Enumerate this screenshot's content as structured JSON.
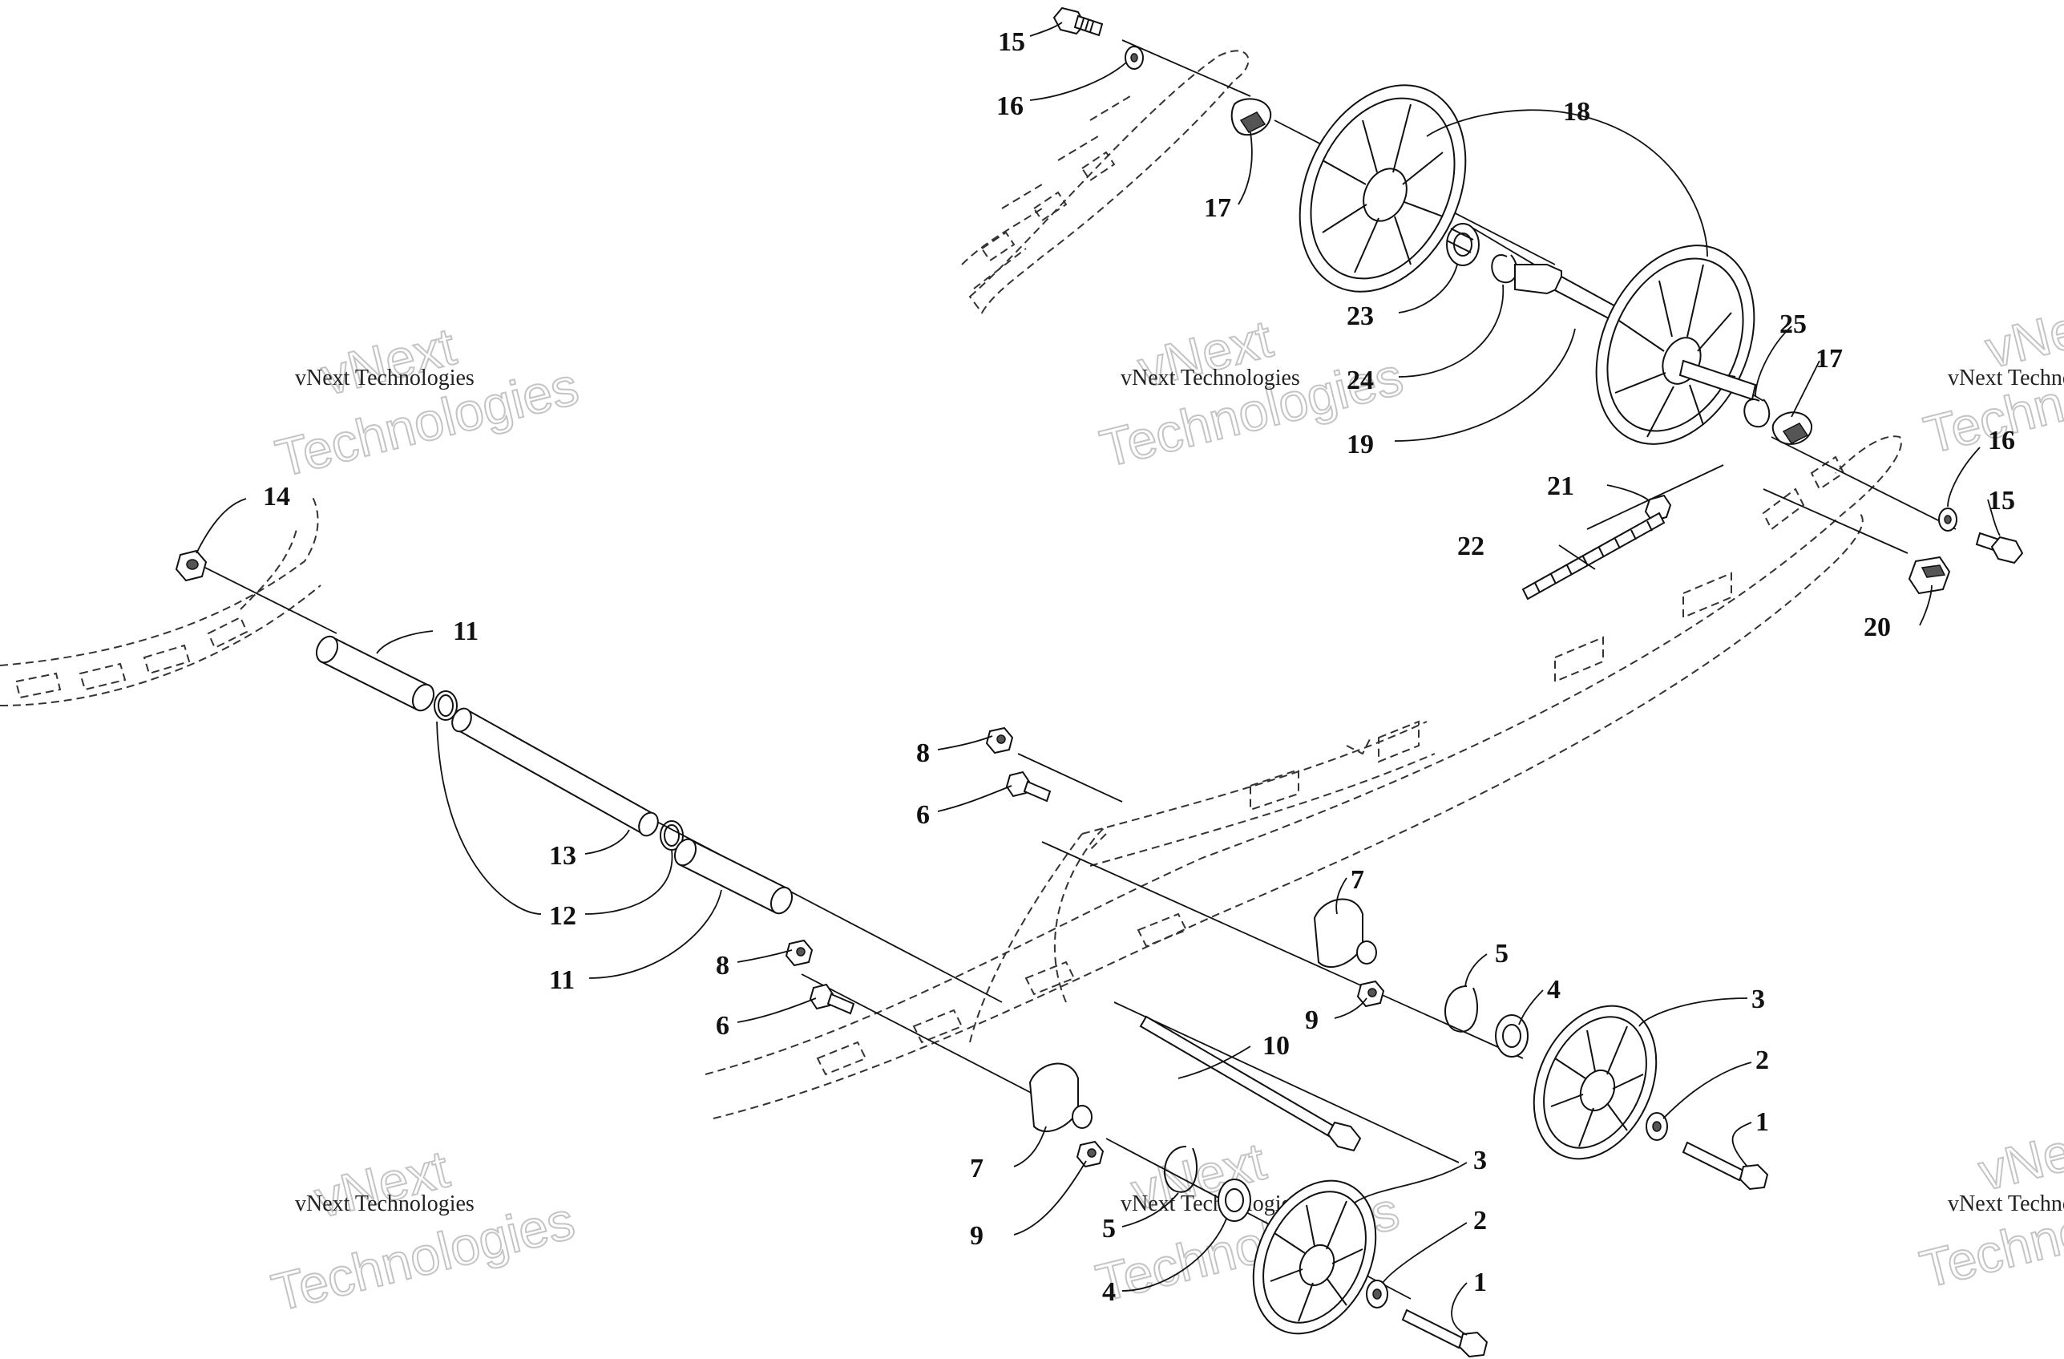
{
  "watermark": {
    "line1": "vNext",
    "line2": "vNext Technologies",
    "line3": "Technologies"
  },
  "callouts": [
    {
      "id": "c15a",
      "text": "15"
    },
    {
      "id": "c16a",
      "text": "16"
    },
    {
      "id": "c17a",
      "text": "17"
    },
    {
      "id": "c18",
      "text": "18"
    },
    {
      "id": "c23",
      "text": "23"
    },
    {
      "id": "c24",
      "text": "24"
    },
    {
      "id": "c19",
      "text": "19"
    },
    {
      "id": "c25",
      "text": "25"
    },
    {
      "id": "c17b",
      "text": "17"
    },
    {
      "id": "c16b",
      "text": "16"
    },
    {
      "id": "c15b",
      "text": "15"
    },
    {
      "id": "c21",
      "text": "21"
    },
    {
      "id": "c22",
      "text": "22"
    },
    {
      "id": "c20",
      "text": "20"
    },
    {
      "id": "c14",
      "text": "14"
    },
    {
      "id": "c11a",
      "text": "11"
    },
    {
      "id": "c13",
      "text": "13"
    },
    {
      "id": "c12",
      "text": "12"
    },
    {
      "id": "c11b",
      "text": "11"
    },
    {
      "id": "c8a",
      "text": "8"
    },
    {
      "id": "c6a",
      "text": "6"
    },
    {
      "id": "c7a",
      "text": "7"
    },
    {
      "id": "c8b",
      "text": "8"
    },
    {
      "id": "c6b",
      "text": "6"
    },
    {
      "id": "c9a",
      "text": "9"
    },
    {
      "id": "c5a",
      "text": "5"
    },
    {
      "id": "c4a",
      "text": "4"
    },
    {
      "id": "c3a",
      "text": "3"
    },
    {
      "id": "c10",
      "text": "10"
    },
    {
      "id": "c2a",
      "text": "2"
    },
    {
      "id": "c1a",
      "text": "1"
    },
    {
      "id": "c7b",
      "text": "7"
    },
    {
      "id": "c9b",
      "text": "9"
    },
    {
      "id": "c5b",
      "text": "5"
    },
    {
      "id": "c3b",
      "text": "3"
    },
    {
      "id": "c4b",
      "text": "4"
    },
    {
      "id": "c2b",
      "text": "2"
    },
    {
      "id": "c1b",
      "text": "1"
    }
  ]
}
